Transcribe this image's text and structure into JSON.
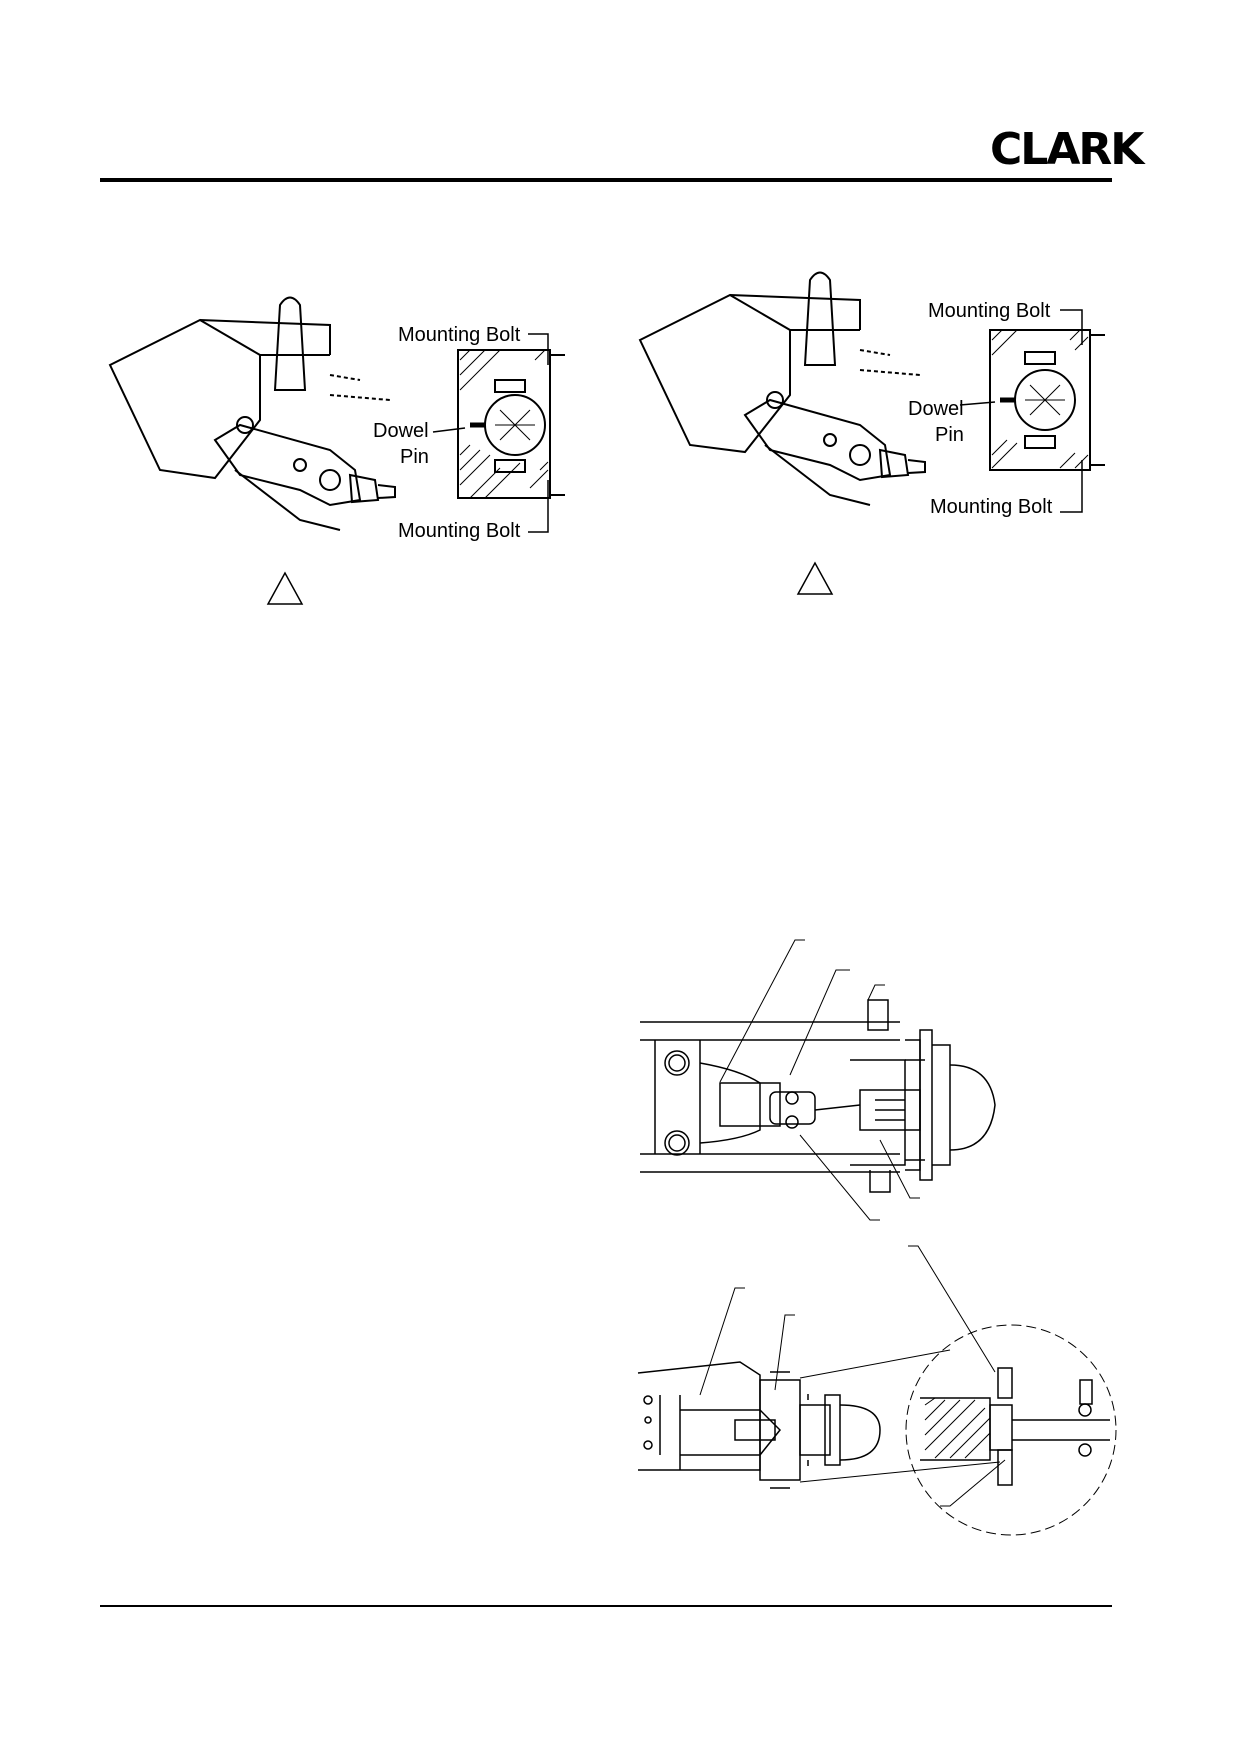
{
  "header": {
    "brand": "CLARK"
  },
  "figure_left": {
    "label_top_bolt": "Mounting Bolt",
    "label_dowel": "Dowel",
    "label_pin": "Pin",
    "label_bottom_bolt": "Mounting Bolt"
  },
  "figure_right": {
    "label_top_bolt": "Mounting Bolt",
    "label_dowel": "Dowel",
    "label_pin": "Pin",
    "label_bottom_bolt": "Mounting Bolt"
  }
}
